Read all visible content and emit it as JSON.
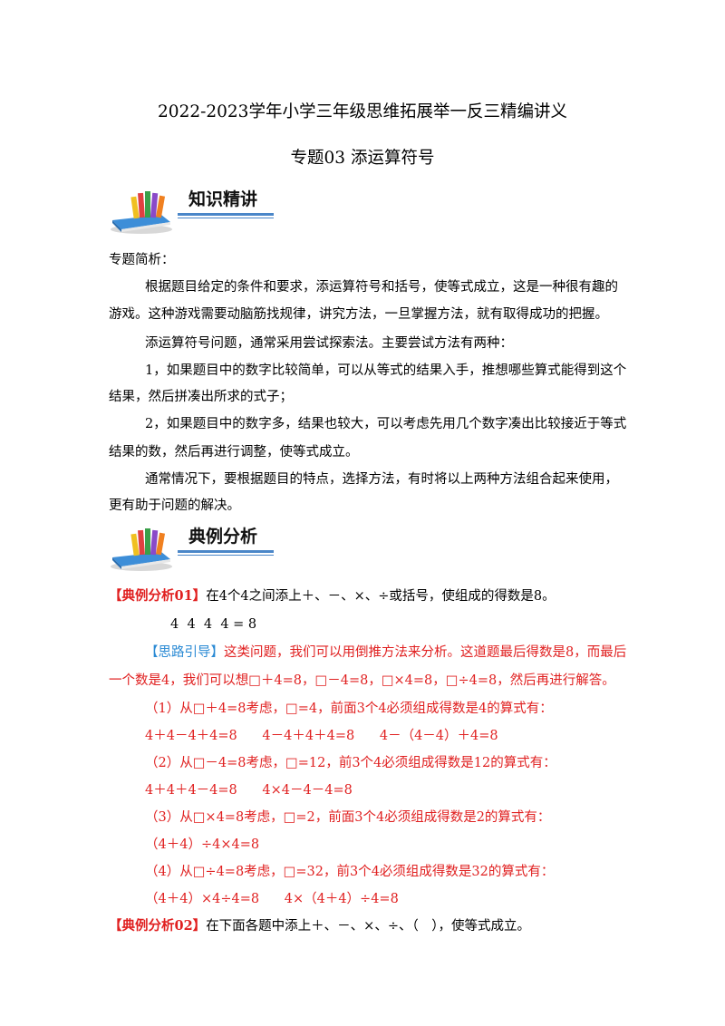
{
  "document": {
    "title": "2022-2023学年小学三年级思维拓展举一反三精编讲义",
    "subtitle": "专题03 添运算符号"
  },
  "sections": {
    "knowledge": {
      "heading": "知识精讲",
      "icon": "books-stack-icon",
      "accent_color": "#4a86c8"
    },
    "examples": {
      "heading": "典例分析",
      "icon": "books-stack-icon",
      "accent_color": "#4a86c8"
    }
  },
  "analysis": {
    "label": "专题简析：",
    "p1a": "根据题目给定的条件和要求，添运算符号和括号，使等式成立，这是一种很有趣的",
    "p1b": "游戏。这种游戏需要动脑筋找规律，讲究方法，一旦掌握方法，就有取得成功的把握。",
    "p2": "添运算符号问题，通常采用尝试探索法。主要尝试方法有两种：",
    "p3a": "1，如果题目中的数字比较简单，可以从等式的结果入手，推想哪些算式能得到这个",
    "p3b": "结果，然后拼凑出所求的式子；",
    "p4a": "2，如果题目中的数字多，结果也较大，可以考虑先用几个数字凑出比较接近于等式",
    "p4b": "结果的数，然后再进行调整，使等式成立。",
    "p5a": "通常情况下，要根据题目的特点，选择方法，有时将以上两种方法组合起来使用，",
    "p5b": "更有助于问题的解决。"
  },
  "example1": {
    "label": "【典例分析01】",
    "question": "在4个4之间添上＋、－、×、÷或括号，使组成的得数是8。",
    "equation": "4  4  4  4 = 8",
    "hint_label": "【思路引导】",
    "hint_a": "这类问题，我们可以用倒推方法来分析。这道题最后得数是8，而最后",
    "hint_b": "一个数是4，我们可以想□＋4=8，□－4=8，□×4=8，□÷4=8，然后再进行解答。",
    "case1": "（1）从□＋4=8考虑，□=4，前面3个4必须组成得数是4的算式有：",
    "case1_answers": "4＋4－4＋4=8      4－4＋4＋4=8      4－（4－4）＋4=8",
    "case2": "（2）从□－4=8考虑，□=12，前3个4必须组成得数是12的算式有：",
    "case2_answers": "4＋4＋4－4=8      4×4－4－4=8",
    "case3": "（3）从□×4=8考虑，□=2，前面3个4必须组成得数是2的算式有：",
    "case3_answers": "（4＋4）÷4×4=8",
    "case4": "（4）从□÷4=8考虑，□=32，前3个4必须组成得数是32的算式有：",
    "case4_answers": "（4＋4）×4÷4=8      4×（4＋4）÷4=8"
  },
  "example2": {
    "label": "【典例分析02】",
    "question": "在下面各题中添上＋、－、×、÷、（　），使等式成立。"
  },
  "colors": {
    "red": "#e02020",
    "blue": "#2a8ad4",
    "accent": "#4a86c8"
  }
}
